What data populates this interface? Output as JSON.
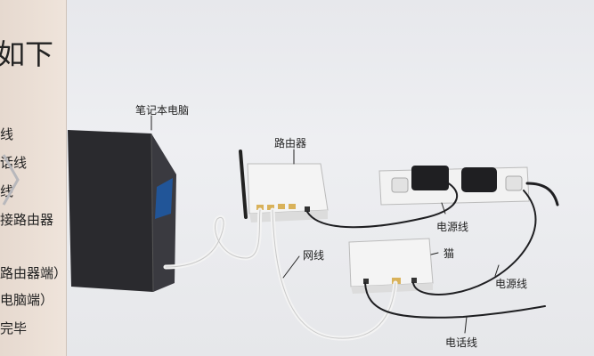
{
  "diagram": {
    "labels": {
      "laptop": "笔记本电脑",
      "router": "路由器",
      "network_cable": "网线",
      "modem": "猫",
      "power_cable_1": "电源线",
      "power_cable_2": "电源线",
      "phone_line": "电话线"
    }
  },
  "side_panel": {
    "heading": "如下",
    "lines": [
      "线",
      "话线",
      "线",
      "接路由器",
      "路由器端）",
      "电脑端）",
      "完毕"
    ]
  },
  "colors": {
    "background": "#e9eaee",
    "device_body": "#f4f4f4",
    "laptop": "#2a2a2e",
    "cable_dark": "#1f1f22",
    "cable_light": "#f3f3f3"
  }
}
